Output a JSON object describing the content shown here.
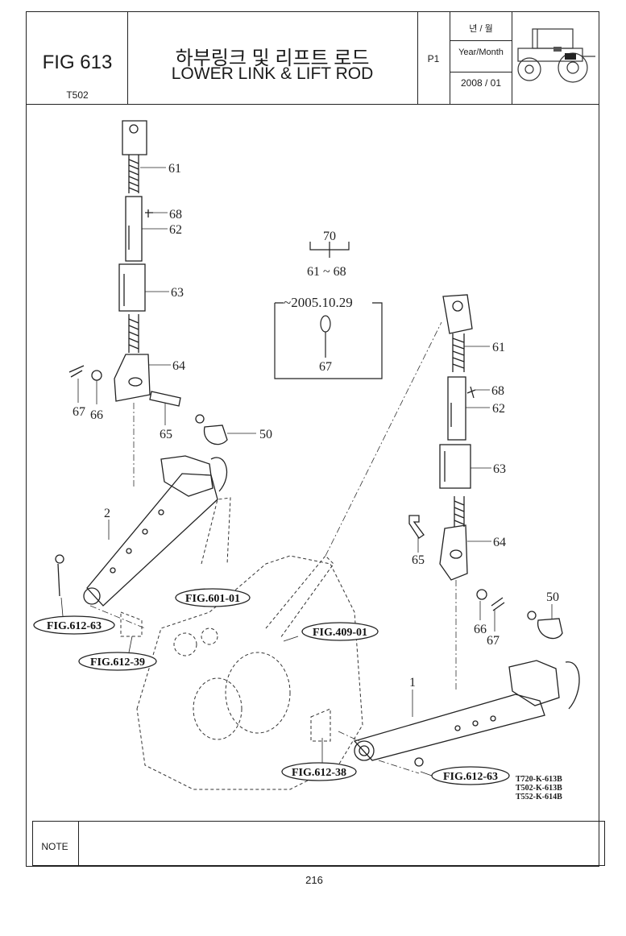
{
  "header": {
    "fig_label": "FIG 613",
    "model": "T502",
    "title_korean": "하부링크 및 리프트 로드",
    "title_english": "LOWER LINK & LIFT ROD",
    "page_code": "P1",
    "year_month_korean": "년 / 월",
    "year_month_label": "Year/Month",
    "year_month_value": "2008 / 01"
  },
  "kit": {
    "number": "70",
    "range": "61 ~ 68",
    "date": "~2005.10.29",
    "ring_part": "67"
  },
  "callouts_left": [
    "61",
    "68",
    "62",
    "63",
    "64",
    "67",
    "66",
    "65",
    "50",
    "2"
  ],
  "callouts_right": [
    "61",
    "68",
    "62",
    "63",
    "64",
    "65",
    "66",
    "67",
    "50",
    "1"
  ],
  "references": [
    "FIG.612-63",
    "FIG.612-39",
    "FIG.601-01",
    "FIG.409-01",
    "FIG.612-38",
    "FIG.612-63"
  ],
  "drawing_codes": [
    "T720-K-613B",
    "T502-K-613B",
    "T552-K-614B"
  ],
  "note_label": "NOTE",
  "page_number": "216"
}
